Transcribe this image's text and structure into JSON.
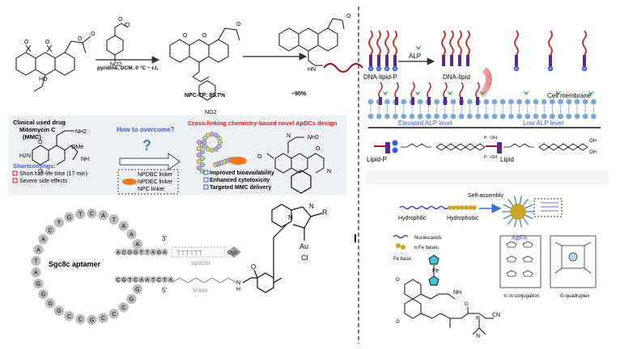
{
  "panel_a": {
    "reagents": "pyridine, DCM. 0 °C ~ r.t.",
    "nitro_label_1": "NO2",
    "nitro_label_2": "NO2",
    "acyl_cl": "Cl",
    "yield_label": "NPC-TP: 85.7%",
    "yield_2": "~90%",
    "atom_labels": [
      "O",
      "O",
      "O",
      "O",
      "HO",
      "O",
      "O",
      "O",
      "O",
      "O",
      "O",
      "HN",
      "O",
      "O",
      "O"
    ]
  },
  "panel_b": {
    "drug_title": "Clinical used drug",
    "drug_name": "Mitomycin C",
    "drug_abbr": "(MMC)",
    "question": "How to overcome?",
    "design_title": "Cross-linking chemistry-based novel ApDCs design",
    "shortcomings_title": "Shortcomings:",
    "shortcomings": [
      "Short half-life time (17 min)",
      "Severe side effects"
    ],
    "linkers": [
      "NPDBC linker",
      "NPDEC linker",
      "NPC linker"
    ],
    "benefits": [
      "Improved bioavailability",
      "Enhanced cytotoxicity",
      "Targeted  MMC delivery"
    ],
    "mol_labels": [
      "H2N",
      "O",
      "O",
      "NH2",
      "OMe",
      "NH",
      "N",
      "O",
      "O",
      "NH2",
      "O",
      "N",
      "O"
    ]
  },
  "panel_c": {
    "aptamer_name": "Sgc8c aptamer",
    "seq_top": "ACGGTTAGA",
    "seq_bottom": "CGTCAATCTA",
    "spacer_seq": "TTTTTT",
    "dye": "Dye",
    "spacer": "spacer",
    "linker": "linker",
    "end3": "3'",
    "end5": "5'",
    "loop_letters": [
      "A",
      "A",
      "A",
      "T",
      "A",
      "C",
      "T",
      "G",
      "T",
      "C",
      "A",
      "A",
      "T",
      "A",
      "G",
      "G",
      "G",
      "G",
      "C",
      "C",
      "G",
      "C",
      "C",
      "C",
      "G",
      "G"
    ],
    "nhc_labels": [
      "N",
      "N",
      "R",
      "Au",
      "Cl",
      "N",
      "H",
      "O"
    ]
  },
  "panel_d": {
    "lipid_p": "DNA-lipid-P",
    "alp": "ALP",
    "dna_lipid": "DNA-lipid",
    "cell_membrane": "Cell membrane",
    "elevated": "Elevated ALP level",
    "low": "Low ALP level",
    "p": "P",
    "lipid_p_short": "Lipid-P",
    "lipid": "Lipid",
    "phos_labels": [
      "O",
      "P",
      "OH",
      "O",
      "O",
      "P",
      "OH",
      "O",
      "OH",
      "OH"
    ]
  },
  "panel_e": {
    "self_assembly": "Self-assembly",
    "hydrophilic": "Hydrophilic",
    "hydrophobic": "Hydrophobic",
    "apfa": "ApFA",
    "legend_nucleic": "Nucleicacids",
    "legend_fe": "n Fe bases",
    "fe_base": "Fe base:",
    "fe": "Fe",
    "pi_pi": "π–π  conjugation",
    "g_quad": "G-quadruplex",
    "mol_labels": [
      "O",
      "O",
      "O",
      "O",
      "NH",
      "O",
      "P",
      "N",
      "O",
      "CN"
    ]
  },
  "colors": {
    "blue_title": "#3b5bd6",
    "red_title": "#d81b1b",
    "membrane": "#7aa6d8",
    "green": "#2fa84f",
    "wave": "#9b1c24",
    "purple": "#5b2a86",
    "gold": "#c8a62a"
  }
}
